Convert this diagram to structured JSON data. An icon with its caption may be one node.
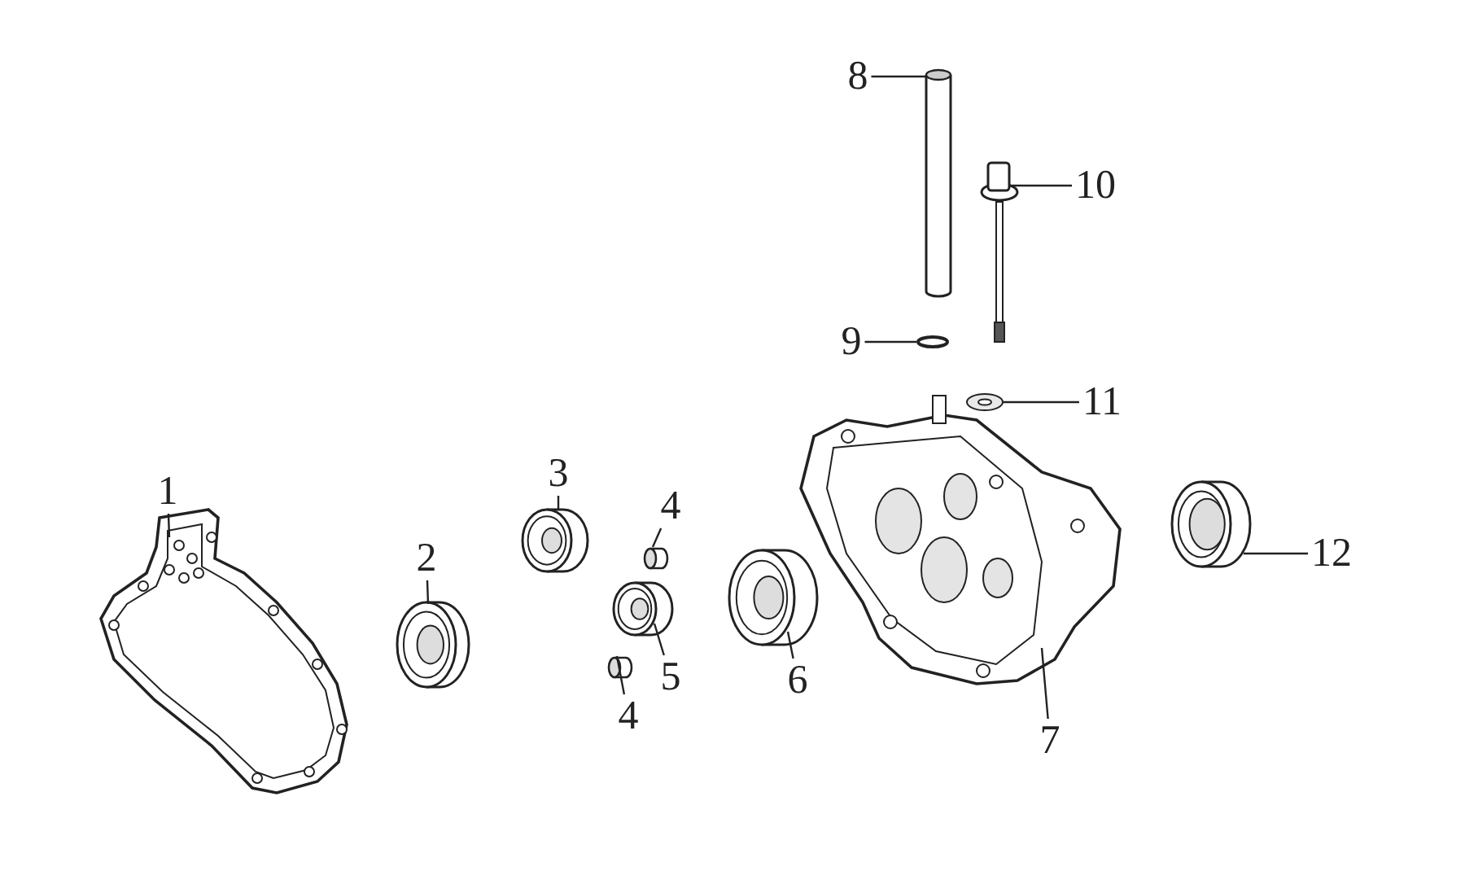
{
  "diagram": {
    "nodes": [
      {
        "text": [
          "1"
        ]
      },
      {
        "text": [
          "2"
        ]
      },
      {
        "text": [
          "3"
        ]
      },
      {
        "text": [
          "4"
        ]
      },
      {
        "text": [
          "4"
        ]
      },
      {
        "text": [
          "5"
        ]
      },
      {
        "text": [
          "6"
        ]
      },
      {
        "text": [
          "7"
        ]
      },
      {
        "text": [
          "8"
        ]
      },
      {
        "text": [
          "9"
        ]
      },
      {
        "text": [
          "10"
        ]
      },
      {
        "text": [
          "11"
        ]
      },
      {
        "text": [
          "12"
        ]
      },
      {
        "text": [],
        "shape": "picture"
      },
      {
        "text": [],
        "shape": "picture"
      },
      {
        "text": [],
        "shape": "picture"
      },
      {
        "text": [],
        "shape": "cylinder"
      },
      {
        "text": [],
        "shape": "cylinder"
      },
      {
        "text": [],
        "shape": "picture"
      },
      {
        "text": [],
        "shape": "picture"
      },
      {
        "text": [],
        "shape": "picture"
      },
      {
        "text": [],
        "shape": "cylinder"
      },
      {
        "text": [],
        "shape": "circle"
      },
      {
        "text": [],
        "shape": "picture"
      },
      {
        "text": [],
        "shape": "picture"
      },
      {
        "text": [],
        "shape": "picture"
      }
    ],
    "edges": [
      {
        "from": 0,
        "to": 13,
        "arrow": "none"
      },
      {
        "from": 1,
        "to": 14,
        "arrow": "none"
      },
      {
        "from": 2,
        "to": 15,
        "arrow": "none"
      },
      {
        "from": 3,
        "to": 16,
        "arrow": "none"
      },
      {
        "from": 4,
        "to": 17,
        "arrow": "none"
      },
      {
        "from": 5,
        "to": 18,
        "arrow": "none"
      },
      {
        "from": 6,
        "to": 19,
        "arrow": "none"
      },
      {
        "from": 7,
        "to": 20,
        "arrow": "none"
      },
      {
        "from": 8,
        "to": 21,
        "arrow": "none"
      },
      {
        "from": 9,
        "to": 22,
        "arrow": "none"
      },
      {
        "from": 10,
        "to": 23,
        "arrow": "none"
      },
      {
        "from": 11,
        "to": 24,
        "arrow": "none"
      },
      {
        "from": 12,
        "to": 25,
        "arrow": "none"
      }
    ]
  }
}
